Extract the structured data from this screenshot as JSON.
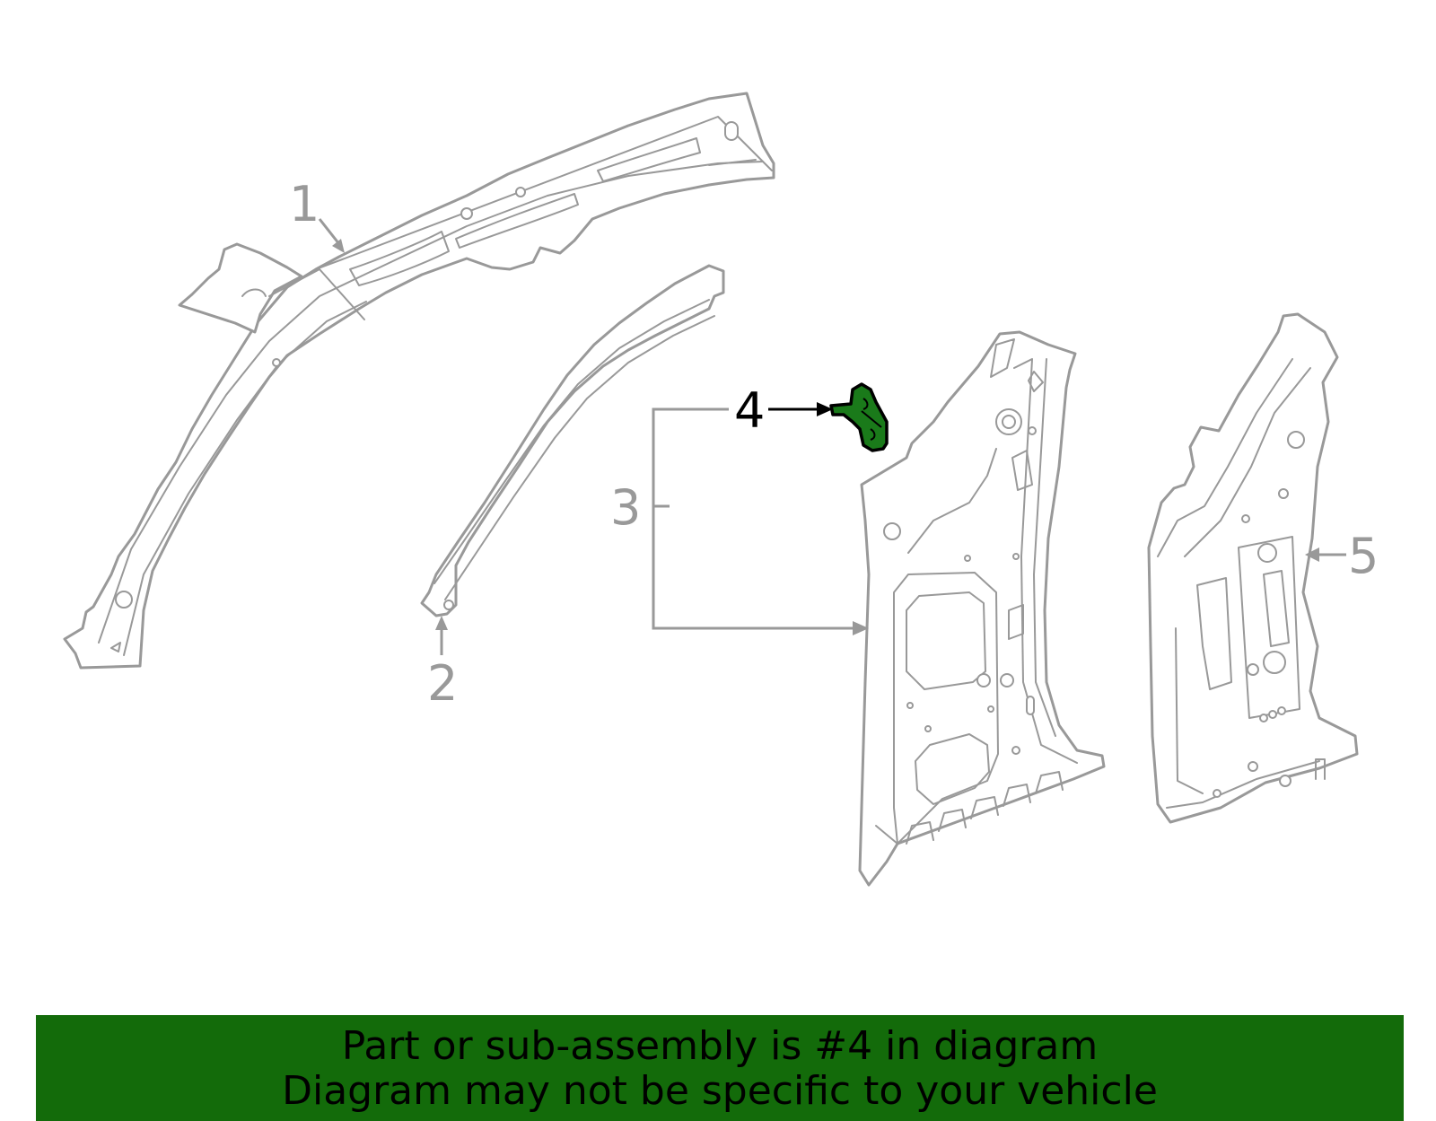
{
  "callouts": {
    "c1": "1",
    "c2": "2",
    "c3": "3",
    "c4": "4",
    "c5": "5"
  },
  "highlighted_part": "4",
  "colors": {
    "highlight_fill": "#1a7a1a",
    "banner_background": "#136b0a",
    "line_gray": "#999999"
  },
  "footer": {
    "line1": "Part or sub-assembly is #4 in diagram",
    "line2": "Diagram may not be specific to your vehicle"
  }
}
